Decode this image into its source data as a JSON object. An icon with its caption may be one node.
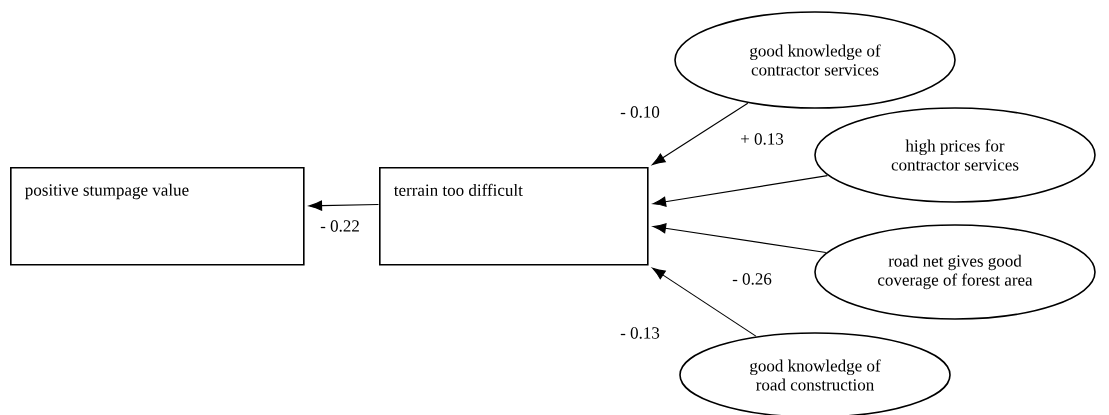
{
  "diagram": {
    "nodes": [
      {
        "text": [
          "positive stumpage value"
        ]
      },
      {
        "text": [
          "terrain too difficult"
        ]
      },
      {
        "text": [
          "good knowledge of contractor services"
        ]
      },
      {
        "text": [
          "high prices for contractor services"
        ]
      },
      {
        "text": [
          "road net gives good coverage of forest area"
        ]
      },
      {
        "text": [
          "good knowledge of road construction"
        ]
      }
    ],
    "edges": [
      {
        "from": 1,
        "to": 0,
        "arrow": "to",
        "label": "- 0.22"
      },
      {
        "from": 2,
        "to": 1,
        "arrow": "to",
        "label": "- 0.10"
      },
      {
        "from": 3,
        "to": 1,
        "arrow": "to",
        "label": "+ 0.13"
      },
      {
        "from": 4,
        "to": 1,
        "arrow": "to",
        "label": "- 0.26"
      },
      {
        "from": 5,
        "to": 1,
        "arrow": "to",
        "label": "- 0.13"
      }
    ]
  }
}
